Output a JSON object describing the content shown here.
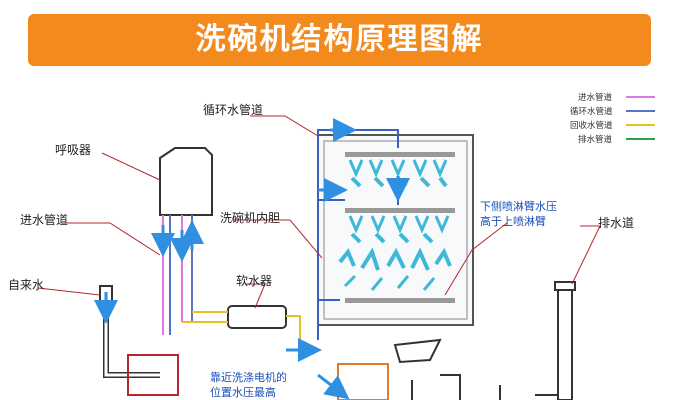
{
  "title": "洗碗机结构原理图解",
  "labels": {
    "circulation_pipe": "循环水管道",
    "breather": "呼吸器",
    "inlet_pipe": "进水管道",
    "inner_tub": "洗碗机内胆",
    "tap_water": "自来水",
    "softener": "软水器",
    "drain": "排水道",
    "lower_arm_note_1": "下侧喷淋臂水压",
    "lower_arm_note_2": "高于上喷淋臂",
    "motor_note_1": "靠近洗涤电机的",
    "motor_note_2": "位置水压最高"
  },
  "legend": [
    {
      "label": "进水管道",
      "color": "#e07ad8"
    },
    {
      "label": "循环水管道",
      "color": "#5a73c8"
    },
    {
      "label": "回收水管道",
      "color": "#e8c020"
    },
    {
      "label": "排水管道",
      "color": "#2e9e4a"
    }
  ],
  "colors": {
    "title_bg": "#f28a1e",
    "pipe_blue": "#3b5fc0",
    "flow_arrow": "#2f8fe0",
    "spray": "#3fb8d8",
    "callout": "#b5272e",
    "tub_frame": "#555555"
  }
}
